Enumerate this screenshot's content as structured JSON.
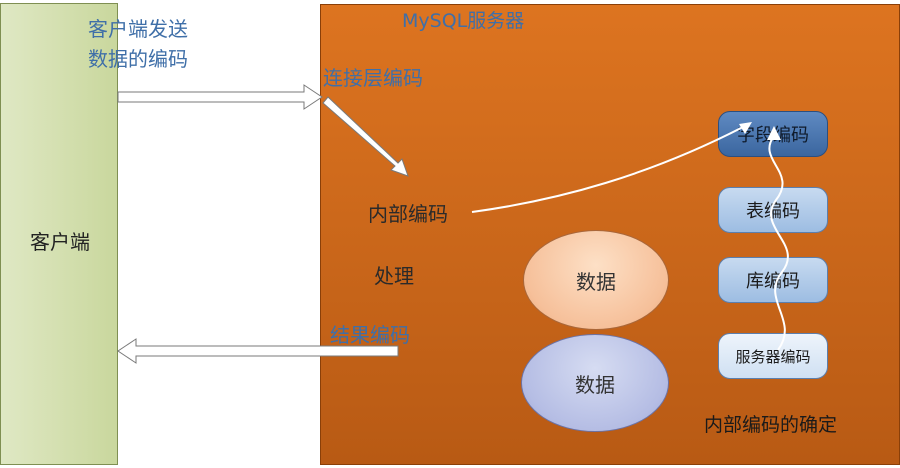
{
  "client": {
    "label": "客户端"
  },
  "client_send": {
    "line1": "客户端发送",
    "line2": "数据的编码"
  },
  "server": {
    "title": "MySQL服务器"
  },
  "labels": {
    "connection_encoding": "连接层编码",
    "internal_encoding": "内部编码",
    "processing": "处理",
    "result_encoding": "结果编码",
    "internal_determination": "内部编码的确定"
  },
  "data_ellipses": [
    "数据",
    "数据"
  ],
  "encoding_levels": [
    "字段编码",
    "表编码",
    "库编码",
    "服务器编码"
  ],
  "colors": {
    "client_fill": "#c9d79d",
    "server_fill": "#cb6a1c",
    "label_blue": "#3f6fa8",
    "ellipse_orange": "#f6c09a",
    "ellipse_blue": "#b5bde4",
    "pill_dark": "#3b669f",
    "pill_light": "#9dbde2"
  }
}
